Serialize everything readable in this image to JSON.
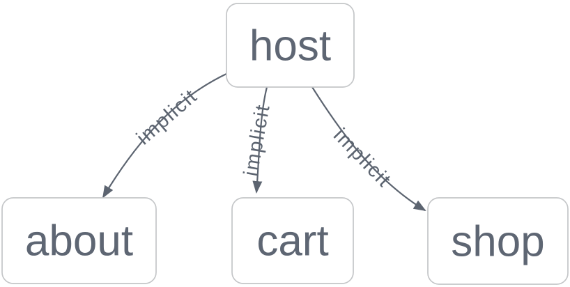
{
  "diagram": {
    "type": "route-tree-graph",
    "colors": {
      "background": "#ffffff",
      "node_fill": "#ffffff",
      "node_border": "#c4c6c8",
      "node_text": "#5e6673",
      "edge_stroke": "#5c6470",
      "edge_label_text": "#5c6470"
    },
    "nodes": [
      {
        "id": "host",
        "label": "host"
      },
      {
        "id": "about",
        "label": "about"
      },
      {
        "id": "cart",
        "label": "cart"
      },
      {
        "id": "shop",
        "label": "shop"
      }
    ],
    "edges": [
      {
        "from": "host",
        "to": "about",
        "label": "implicit"
      },
      {
        "from": "host",
        "to": "cart",
        "label": "implicit"
      },
      {
        "from": "host",
        "to": "shop",
        "label": "implicit"
      }
    ]
  }
}
